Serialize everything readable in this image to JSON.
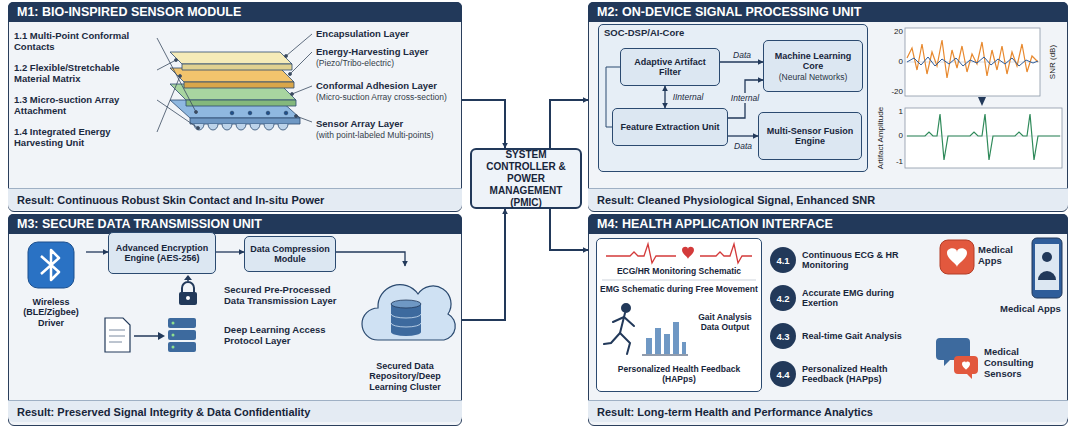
{
  "diagram": {
    "nodes": [
      {
        "text": [
          "M1: BIO-INSPIRED SENSOR MODULE",
          "1.1 Multi-Point Conformal Contacts",
          "1.2 Flexible/Stretchable Material Matrix",
          "1.3 Micro-suction Array Attachment",
          "1.4 Integrated Energy Harvesting Unit",
          "Encapsulation Layer",
          "Energy-Harvesting Layer",
          "(Piezo/Tribo-electric)",
          "Conformal Adhesion Layer",
          "(Micro-suction Array cross-section)",
          "Sensor Array Layer",
          "(with point-labeled Multi-points)",
          "Result: Continuous Robust Skin Contact and In-situ Power"
        ]
      },
      {
        "text": [
          "M2: ON-DEVICE SIGNAL PROCESSING UNIT",
          "20",
          "0",
          "-20",
          "SNR (dB)",
          "Artifact Amplitude",
          "1",
          "0",
          "-1",
          "Result: Cleaned Physiological Signal, Enhanced SNR"
        ]
      },
      {
        "text": [
          "SOC-DSP/AI-Core"
        ],
        "in": 1
      },
      {
        "text": [
          "Adaptive Artifact Filter"
        ],
        "in": 2
      },
      {
        "text": [
          "Machine Learning Core",
          "(Neural Networks)"
        ],
        "in": 2
      },
      {
        "text": [
          "Feature Extraction Unit"
        ],
        "in": 2
      },
      {
        "text": [
          "Multi-Sensor Fusion Engine"
        ],
        "in": 2
      },
      {
        "text": [
          "M3: SECURE DATA TRANSMISSION UNIT",
          "Secured Pre-Processed Data Transmission Layer",
          "Deep Learning Access Protocol Layer",
          "Result: Preserved Signal Integrity & Data Confidentiality"
        ]
      },
      {
        "text": [
          "Wireless (BLE/Zigbee) Driver"
        ],
        "in": 7
      },
      {
        "text": [
          "Advanced Encryption Engine (AES-256)"
        ],
        "in": 7
      },
      {
        "text": [
          "Data Compression Module"
        ],
        "in": 7
      },
      {
        "text": [
          "Secured Data Repository/Deep Learning Cluster"
        ],
        "in": 7
      },
      {
        "text": [
          "M4: HEALTH APPLICATION INTERFACE",
          "Medical Apps",
          "Medical Apps",
          "Medical Consulting Sensors",
          "Result: Long-term Health and Performance Analytics"
        ]
      },
      {
        "text": [
          "ECG/HR Monitoring Schematic",
          "EMG Schematic during Free Movement",
          "Gait Analysis Data Output",
          "Personalized Health Feedback (HAPps)"
        ],
        "in": 12
      },
      {
        "text": [
          "4.1",
          "Continuous ECG & HR Monitoring"
        ],
        "in": 12
      },
      {
        "text": [
          "4.2",
          "Accurate EMG during Exertion"
        ],
        "in": 12
      },
      {
        "text": [
          "4.3",
          "Real-time Gait Analysis"
        ],
        "in": 12
      },
      {
        "text": [
          "4.4",
          "Personalized Health Feedback (HAPps)"
        ],
        "in": 12
      },
      {
        "text": [
          "SYSTEM CONTROLLER & POWER MANAGEMENT (PMIC)"
        ]
      }
    ],
    "edges": [
      {
        "from": 0,
        "to": 18,
        "arrow": "to"
      },
      {
        "from": 18,
        "to": 1,
        "arrow": "to"
      },
      {
        "from": 7,
        "to": 18,
        "arrow": "to"
      },
      {
        "from": 18,
        "to": 12,
        "arrow": "to"
      },
      {
        "from": 3,
        "to": 4,
        "label": "Data",
        "arrow": "to"
      },
      {
        "from": 3,
        "to": 5,
        "label": "IInternal",
        "arrow": "both"
      },
      {
        "from": 5,
        "to": 4,
        "label": "Internal",
        "arrow": "to"
      },
      {
        "from": 5,
        "to": 6,
        "label": "Data",
        "arrow": "to"
      },
      {
        "from": 8,
        "to": 9,
        "arrow": "to"
      },
      {
        "from": 9,
        "to": 10,
        "arrow": "to"
      },
      {
        "from": 10,
        "to": 11,
        "arrow": "to"
      }
    ]
  }
}
